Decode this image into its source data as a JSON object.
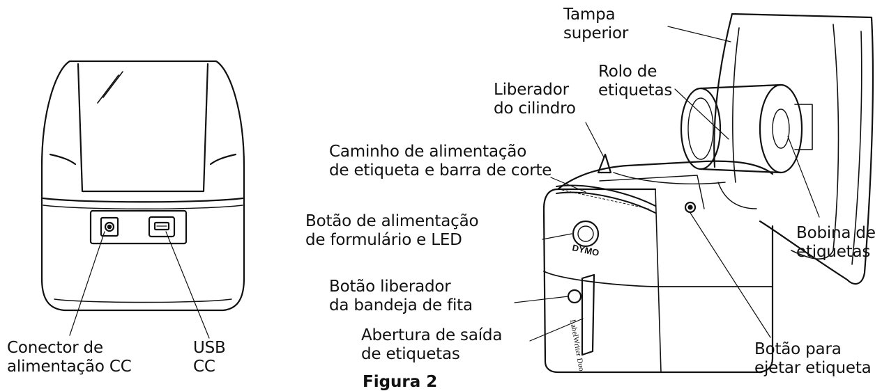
{
  "labels": {
    "tampa_superior": [
      "Tampa",
      "superior"
    ],
    "rolo_etiquetas": [
      "Rolo de",
      "etiquetas"
    ],
    "liberador_cilindro": [
      "Liberador",
      "do cilindro"
    ],
    "caminho_alimentacao": [
      "Caminho de alimentação",
      "de etiqueta e barra de corte"
    ],
    "botao_alimentacao": [
      "Botão de alimentação",
      "de formulário e LED"
    ],
    "bobina_etiquetas": [
      "Bobina de",
      "etiquetas"
    ],
    "botao_liberador": [
      "Botão liberador",
      "da bandeja de fita"
    ],
    "abertura_saida": [
      "Abertura de saída",
      "de etiquetas"
    ],
    "botao_ejetar": [
      "Botão para",
      "ejetar etiqueta"
    ],
    "conector_cc": [
      "Conector de",
      "alimentação CC"
    ],
    "usb": [
      "USB",
      "CC"
    ]
  },
  "printer_brand_text": "DYMO",
  "printer_model_text": "LabelWriter Duo",
  "figure_caption": "Figura 2",
  "colors": {
    "line": "#111111",
    "background": "#ffffff"
  }
}
